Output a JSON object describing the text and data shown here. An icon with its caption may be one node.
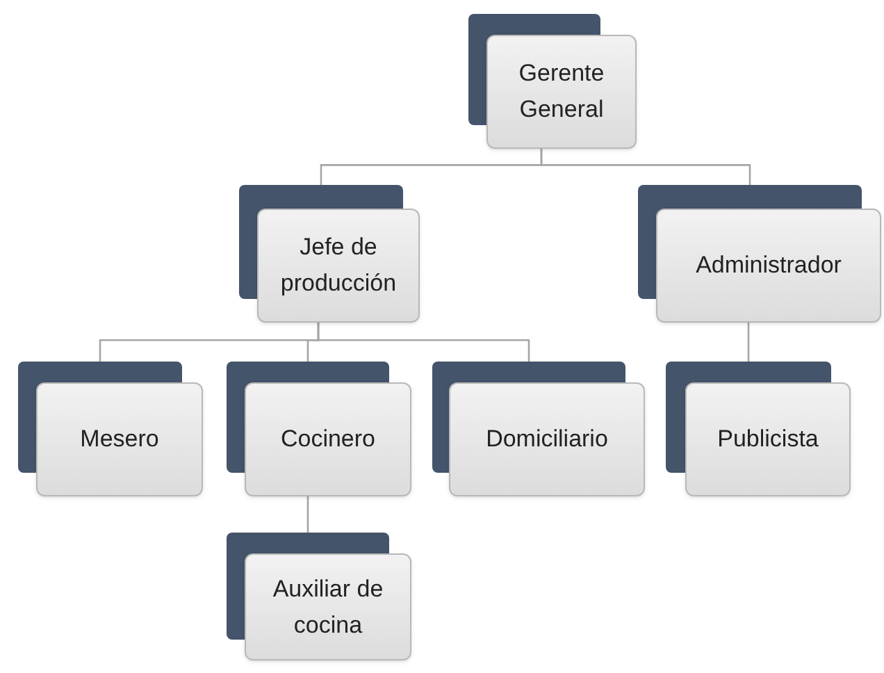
{
  "diagram": {
    "nodes": [
      {
        "text": [
          "Gerente General"
        ]
      },
      {
        "text": [
          "Jefe de producción"
        ]
      },
      {
        "text": [
          "Administrador"
        ]
      },
      {
        "text": [
          "Mesero"
        ]
      },
      {
        "text": [
          "Cocinero"
        ]
      },
      {
        "text": [
          "Domiciliario"
        ]
      },
      {
        "text": [
          "Publicista"
        ]
      },
      {
        "text": [
          "Auxiliar de cocina"
        ]
      }
    ],
    "edges": [
      {
        "from": 0,
        "to": 1,
        "arrow": "none"
      },
      {
        "from": 0,
        "to": 2,
        "arrow": "none"
      },
      {
        "from": 1,
        "to": 3,
        "arrow": "none"
      },
      {
        "from": 1,
        "to": 4,
        "arrow": "none"
      },
      {
        "from": 1,
        "to": 5,
        "arrow": "none"
      },
      {
        "from": 2,
        "to": 6,
        "arrow": "none"
      },
      {
        "from": 4,
        "to": 7,
        "arrow": "none"
      }
    ]
  }
}
